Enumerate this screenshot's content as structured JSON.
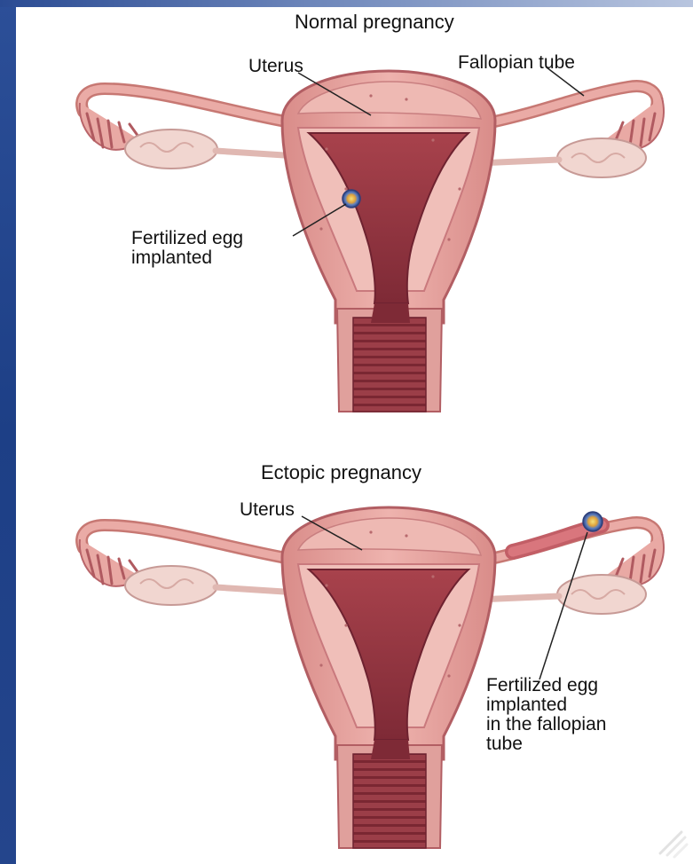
{
  "diagrams": [
    {
      "title": "Normal pregnancy",
      "labels": {
        "uterus": "Uterus",
        "fallopian_tube": "Fallopian tube",
        "egg_line1": "Fertilized egg",
        "egg_line2": "implanted"
      }
    },
    {
      "title": "Ectopic pregnancy",
      "labels": {
        "uterus": "Uterus",
        "egg_line1": "Fertilized egg",
        "egg_line2": "implanted",
        "egg_line3": "in the fallopian",
        "egg_line4": "tube"
      }
    }
  ],
  "colors": {
    "frame_blue": "#1f3f87",
    "tissue_light": "#e7a7a3",
    "tissue_mid": "#d98c89",
    "cavity": "#9c3b45",
    "cavity_dark": "#7e2a36",
    "outline": "#b25e63",
    "ovary": "#f1d6d0"
  }
}
